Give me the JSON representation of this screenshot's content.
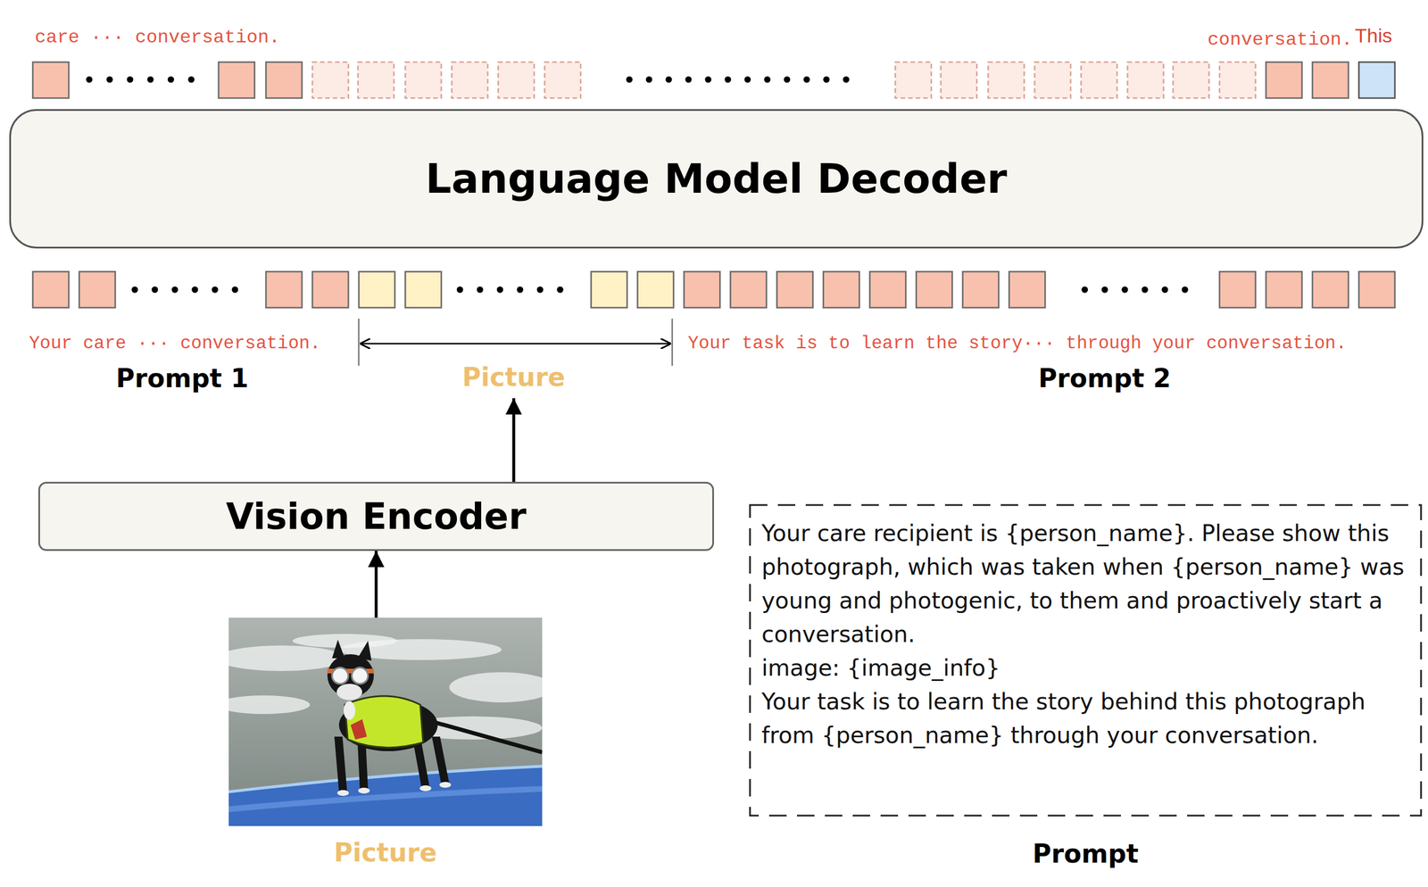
{
  "diagram": {
    "nodes": [
      {
        "text": [
          "Language Model Decoder"
        ]
      },
      {
        "text": [
          "Picture"
        ]
      },
      {
        "text": [
          "Vision Encoder"
        ]
      },
      {
        "text": [
          "Picture"
        ]
      },
      {
        "text": [
          "Your care recipient is {person_name}. Please show this photograph, which was taken when {person_name} was young and photogenic, to them and proactively start a conversation.",
          "image: {image_info}",
          "Your task is to learn the story behind this photograph from {person_name} through your conversation.",
          "Prompt"
        ]
      }
    ],
    "edges": [
      {
        "from": 3,
        "to": 2,
        "arrow": "to"
      },
      {
        "from": 2,
        "to": 1,
        "arrow": "to"
      }
    ],
    "labels": [
      "care ··· conversation.",
      "conversation.",
      "This",
      "Your care ··· conversation.",
      "Prompt 1",
      "Your task is to learn the story··· through your conversation.",
      "Prompt 2"
    ]
  }
}
